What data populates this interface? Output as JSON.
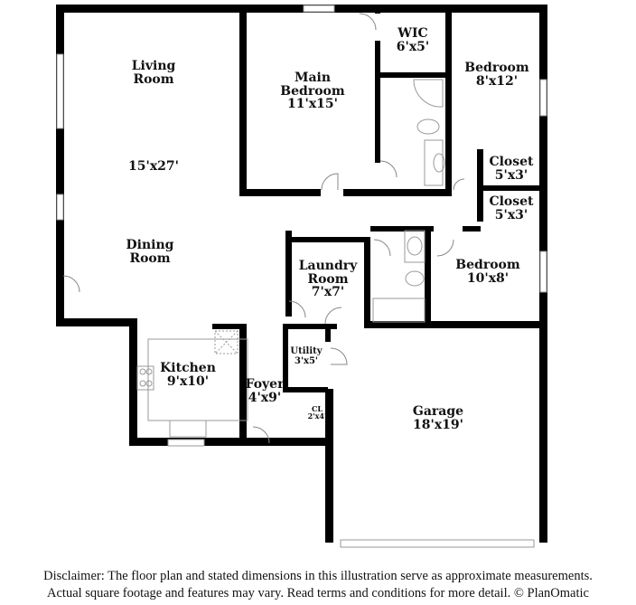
{
  "rooms": {
    "living": {
      "name1": "Living",
      "name2": "Room",
      "dims": "15'x27'"
    },
    "dining": {
      "name1": "Dining",
      "name2": "Room"
    },
    "main_bedroom": {
      "name1": "Main",
      "name2": "Bedroom",
      "dims": "11'x15'"
    },
    "wic": {
      "name": "WIC",
      "dims": "6'x5'"
    },
    "bedroom2": {
      "name": "Bedroom",
      "dims": "8'x12'"
    },
    "closet1": {
      "name": "Closet",
      "dims": "5'x3'"
    },
    "closet2": {
      "name": "Closet",
      "dims": "5'x3'"
    },
    "laundry": {
      "name1": "Laundry",
      "name2": "Room",
      "dims": "7'x7'"
    },
    "bedroom3": {
      "name": "Bedroom",
      "dims": "10'x8'"
    },
    "utility": {
      "name": "Utility",
      "dims": "3'x5'"
    },
    "kitchen": {
      "name": "Kitchen",
      "dims": "9'x10'"
    },
    "foyer": {
      "name": "Foyer",
      "dims": "4'x9'"
    },
    "cl": {
      "name": "CL",
      "dims": "2'x4'"
    },
    "garage": {
      "name": "Garage",
      "dims": "18'x19'"
    }
  },
  "disclaimer": {
    "line1": "Disclaimer: The floor plan and stated dimensions in this illustration serve as approximate measurements.",
    "line2": "Actual square footage and features may vary. Read terms and conditions for more detail. © PlanOmatic"
  },
  "colors": {
    "wall": "#000000",
    "fixture": "#999999",
    "background": "#ffffff"
  }
}
